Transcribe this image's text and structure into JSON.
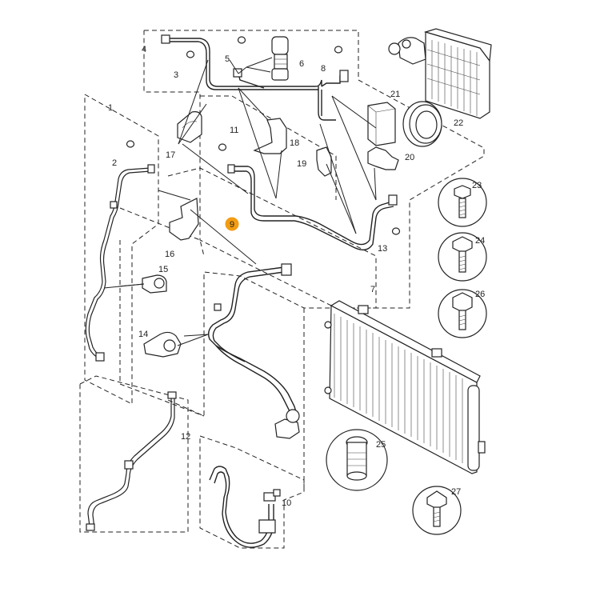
{
  "diagram": {
    "highlight_color": "#f39c12",
    "highlighted_callout": "9",
    "callouts": {
      "c1": "1",
      "c2": "2",
      "c3": "3",
      "c4": "4",
      "c5": "5",
      "c6": "6",
      "c7": "7",
      "c8": "8",
      "c9": "9",
      "c10": "10",
      "c11": "11",
      "c12": "12",
      "c13": "13",
      "c14": "14",
      "c15": "15",
      "c16": "16",
      "c17": "17",
      "c18": "18",
      "c19": "19",
      "c20": "20",
      "c21": "21",
      "c22": "22",
      "c23": "23",
      "c24": "24",
      "c25": "25",
      "c26": "26",
      "c27": "27"
    }
  }
}
